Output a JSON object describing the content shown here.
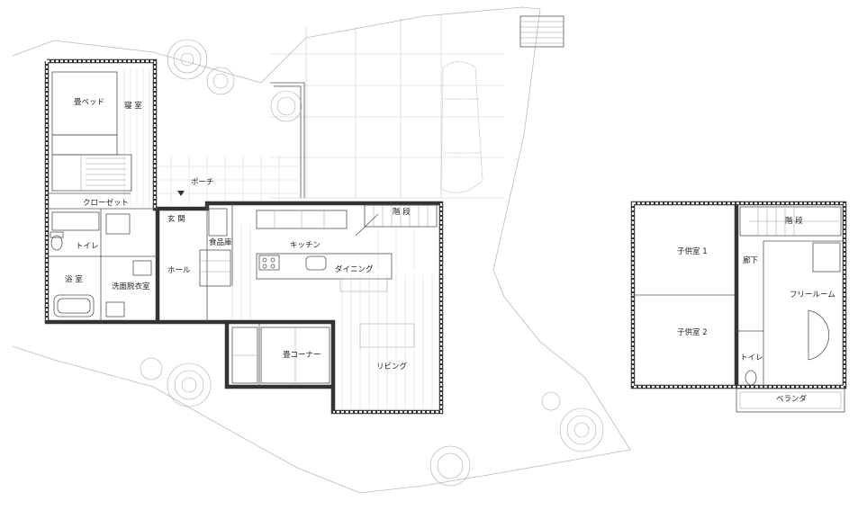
{
  "floor1": {
    "bedroom": "寝 室",
    "tatami_bed": "畳ベッド",
    "closet": "クローゼット",
    "porch": "ポーチ",
    "entrance": "玄 関",
    "stairs": "階 段",
    "pantry": "食品庫",
    "kitchen": "キッチン",
    "toilet": "トイレ",
    "hall": "ホール",
    "dining": "ダイニング",
    "bathroom": "浴 室",
    "washroom": "洗面脱衣室",
    "tatami_corner": "畳コーナー",
    "living": "リビング"
  },
  "floor2": {
    "kids_room_1": "子供室 1",
    "kids_room_2": "子供室 2",
    "stairs": "階 段",
    "corridor": "廊下",
    "free_room": "フリールーム",
    "toilet": "トイレ",
    "veranda": "ベランダ"
  }
}
